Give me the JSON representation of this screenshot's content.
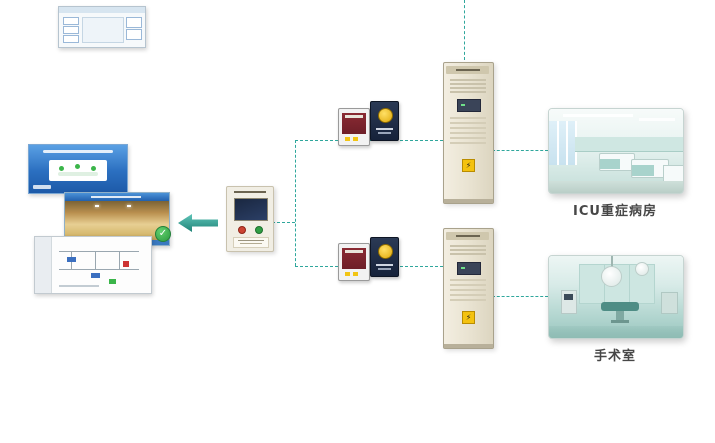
{
  "diagram": {
    "title_hint": "medical-it-power-monitoring-architecture",
    "colors": {
      "connector": "#2fa79c",
      "arrow": "#2fa79c",
      "cabinet_body": "#ece6d6",
      "screen_blue": "#2e74c8",
      "button_red": "#cc4433",
      "button_green": "#2f9e44",
      "warning_sticker": "#f4c20f",
      "photo_tint": "#bfe0db"
    },
    "nodes": [
      {
        "name": "monitoring-software-screens"
      },
      {
        "name": "wall-mounted-alarm-device"
      },
      {
        "name": "ats-transfer-switch"
      },
      {
        "name": "isolation-transformer"
      },
      {
        "name": "power-distribution-cabinet"
      },
      {
        "name": "icu-ward-photo"
      },
      {
        "name": "operating-room-photo"
      }
    ]
  },
  "icons": {
    "warning": "⚡",
    "check": "✓"
  },
  "branches": [
    {
      "label": "ICU重症病房"
    },
    {
      "label": "手术室"
    }
  ]
}
